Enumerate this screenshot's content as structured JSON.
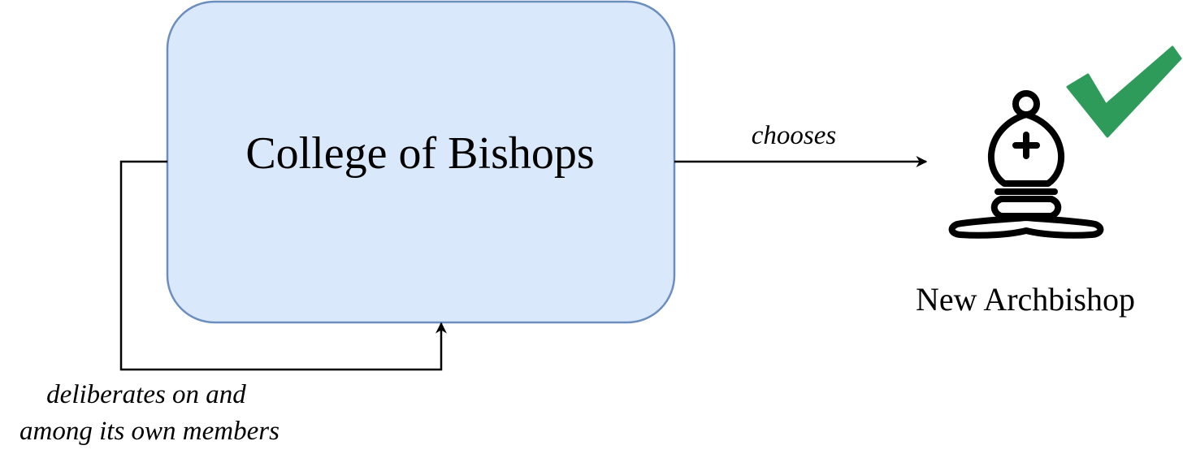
{
  "colors": {
    "box_fill": "#dae8fc",
    "box_stroke": "#6c8ebf",
    "line": "#000000",
    "checkmark": "#2e9b5a"
  },
  "nodes": {
    "college": {
      "label": "College of Bishops"
    },
    "archbishop": {
      "label": "New Archbishop",
      "icon": "bishop-chess-piece-icon",
      "badge_icon": "checkmark-icon"
    }
  },
  "edges": {
    "chooses": {
      "label": "chooses"
    },
    "deliberates": {
      "label_line1": "deliberates on and",
      "label_line2": "among its own members"
    }
  }
}
